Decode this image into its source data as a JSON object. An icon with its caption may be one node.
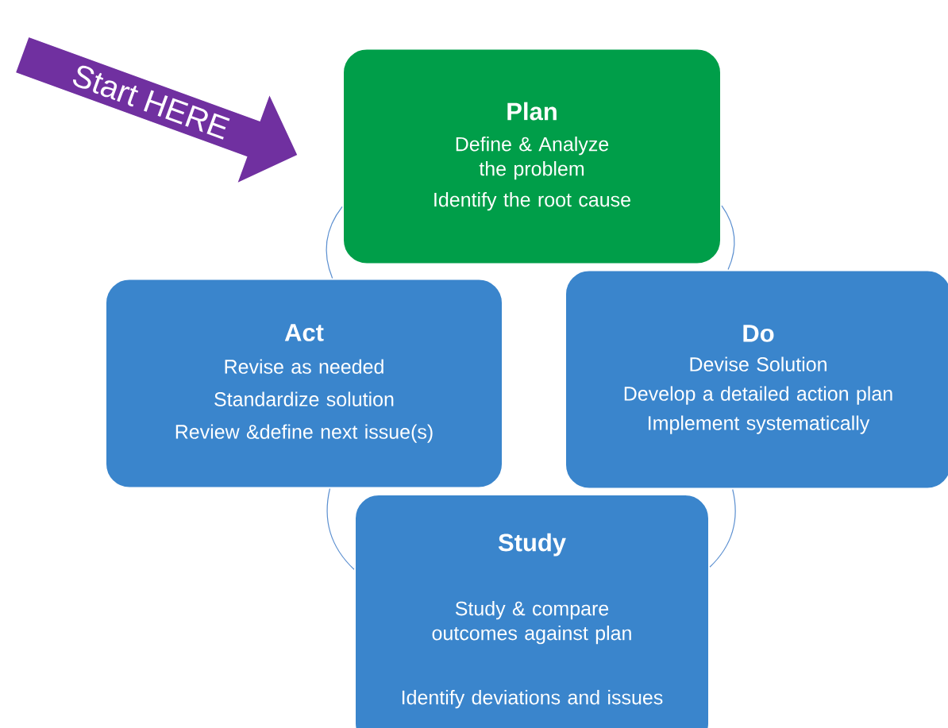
{
  "diagram": {
    "nodes": [
      {
        "text": [
          "Start HERE"
        ]
      },
      {
        "text": [
          "Plan",
          "Define & Analyze the problem",
          "Identify the root cause"
        ]
      },
      {
        "text": [
          "Do",
          "Devise Solution",
          "Develop a detailed action plan",
          "Implement systematically"
        ]
      },
      {
        "text": [
          "Study",
          "Study & compare outcomes against plan",
          "Identify deviations and issues"
        ]
      },
      {
        "text": [
          "Act",
          "Revise as needed",
          "Standardize solution",
          "Review &define next issue(s)"
        ]
      }
    ],
    "edges": [
      {
        "from": 1,
        "to": 2,
        "arrow": "none"
      },
      {
        "from": 2,
        "to": 3,
        "arrow": "none"
      },
      {
        "from": 3,
        "to": 4,
        "arrow": "none"
      },
      {
        "from": 4,
        "to": 1,
        "arrow": "none"
      }
    ]
  }
}
